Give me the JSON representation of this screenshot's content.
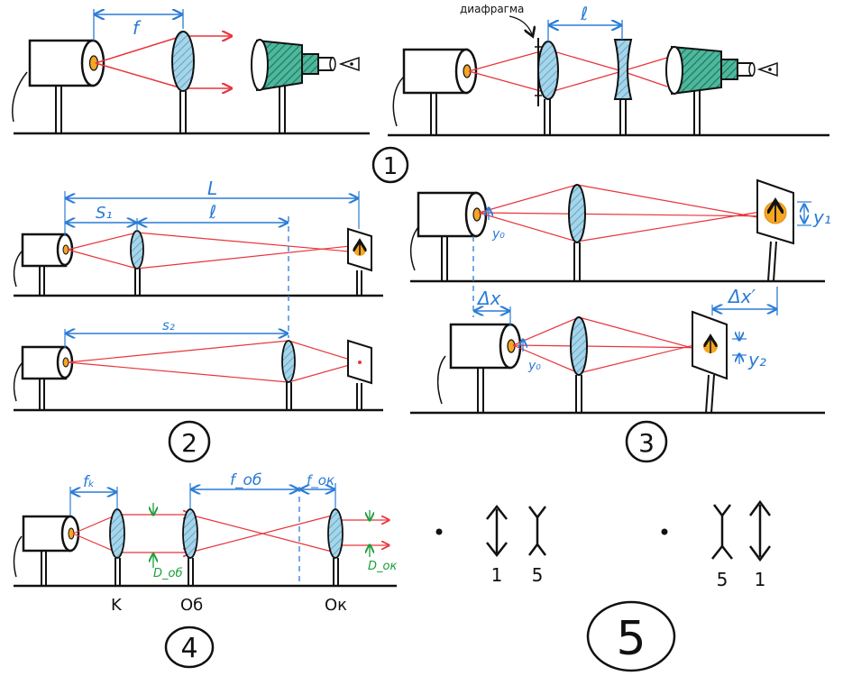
{
  "colors": {
    "ray": "#e8353b",
    "dimension": "#2a7bd6",
    "aperture_mark": "#1a9e3a",
    "lens_fill": "#a8d4e8",
    "scope_fill": "#2e9a82",
    "light_core": "#f5a623",
    "ink": "#111111"
  },
  "panel1": {
    "label": "1",
    "left_dim": "f",
    "right_dim": "ℓ",
    "diaphragm": "диафрагма"
  },
  "panel2": {
    "label": "2",
    "dim_L": "L",
    "dim_s1": "S₁",
    "dim_l": "ℓ",
    "dim_s2": "s₂"
  },
  "panel3": {
    "label": "3",
    "y1": "y₁",
    "y0_top": "y₀",
    "dx": "Δx",
    "dx_prime": "Δx′",
    "y2": "y₂",
    "y0_bottom": "y₀"
  },
  "panel4": {
    "label": "4",
    "fk": "fₖ",
    "fob": "f_об",
    "fok": "f_ок",
    "d_ob": "D_об",
    "d_ok": "D_ок",
    "k": "K",
    "ob": "Об",
    "ok": "Oк"
  },
  "panel5": {
    "label": "5",
    "left_num1": "1",
    "left_num5": "5",
    "right_num5": "5",
    "right_num1": "1"
  }
}
